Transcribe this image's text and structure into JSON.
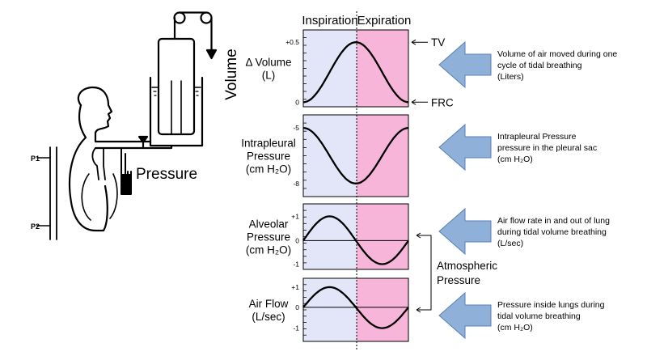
{
  "apparatus": {
    "volume_label": "Volume",
    "pressure_label": "Pressure",
    "p1_label": "P1",
    "p2_label": "P2"
  },
  "phases": {
    "inspiration": "Inspiration",
    "expiration": "Expiration",
    "inspiration_color": "#E3E6F8",
    "expiration_color": "#F7B5D9"
  },
  "panels": [
    {
      "id": "volume",
      "label_lines": [
        "Δ Volume",
        "(L)"
      ],
      "ticks": [
        {
          "value": "+0.5",
          "frac": 0.16
        },
        {
          "value": "0",
          "frac": 0.94
        }
      ],
      "curve": "bell",
      "side_labels": [
        {
          "text": "TV",
          "frac": 0.16
        },
        {
          "text": "FRC",
          "frac": 0.94
        }
      ],
      "note_lines": [
        "Volume of air moved during one",
        "cycle of tidal breathing",
        "(Liters)"
      ]
    },
    {
      "id": "intrapleural",
      "label_lines": [
        "Intrapleural",
        "Pressure",
        "(cm H₂O)"
      ],
      "ticks": [
        {
          "value": "-5",
          "frac": 0.16
        },
        {
          "value": "-8",
          "frac": 0.84
        }
      ],
      "curve": "dip",
      "side_labels": [],
      "note_lines": [
        "Intrapleural Pressure",
        "pressure in the pleural sac",
        "(cm H₂O)"
      ]
    },
    {
      "id": "alveolar",
      "label_lines": [
        "Alveolar",
        "Pressure",
        "(cm H₂O)"
      ],
      "ticks": [
        {
          "value": "+1",
          "frac": 0.19
        },
        {
          "value": "0",
          "frac": 0.56
        },
        {
          "value": "-1",
          "frac": 0.92
        }
      ],
      "curve": "sine",
      "side_labels": [],
      "note_lines": [
        "Air flow rate in and out of lung",
        "during tidal volume breathing",
        "(L/sec)"
      ]
    },
    {
      "id": "airflow",
      "label_lines": [
        "Air Flow",
        "(L/sec)"
      ],
      "ticks": [
        {
          "value": "+1",
          "frac": 0.14
        },
        {
          "value": "0",
          "frac": 0.46
        },
        {
          "value": "-1",
          "frac": 0.79
        }
      ],
      "curve": "sine",
      "side_labels": [],
      "note_lines": [
        "Pressure inside lungs during",
        "tidal volume breathing",
        "(cm H₂O)"
      ]
    }
  ],
  "atmospheric_label_lines": [
    "Atmospheric",
    "Pressure"
  ],
  "colors": {
    "arrow_fill": "#8FB0D9",
    "arrow_stroke": "#5B7FB5"
  }
}
